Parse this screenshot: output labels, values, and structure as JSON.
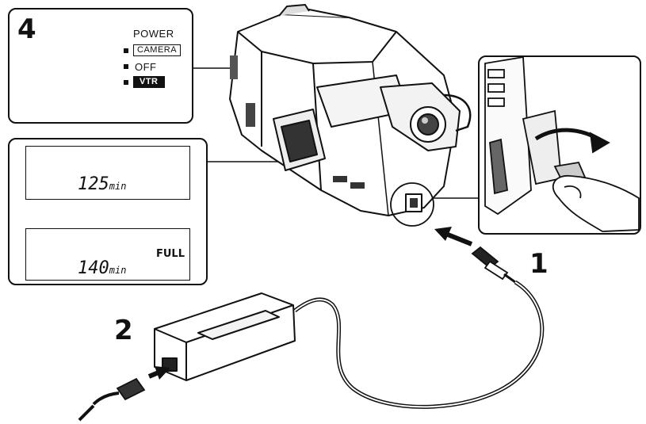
{
  "steps": {
    "one": "1",
    "two": "2",
    "four": "4"
  },
  "power_switch": {
    "title": "POWER",
    "camera": "CAMERA",
    "off": "OFF",
    "vtr": "VTR"
  },
  "display": {
    "before": {
      "value": "125",
      "unit": "min"
    },
    "after": {
      "value": "140",
      "unit": "min",
      "badge": "FULL"
    }
  }
}
